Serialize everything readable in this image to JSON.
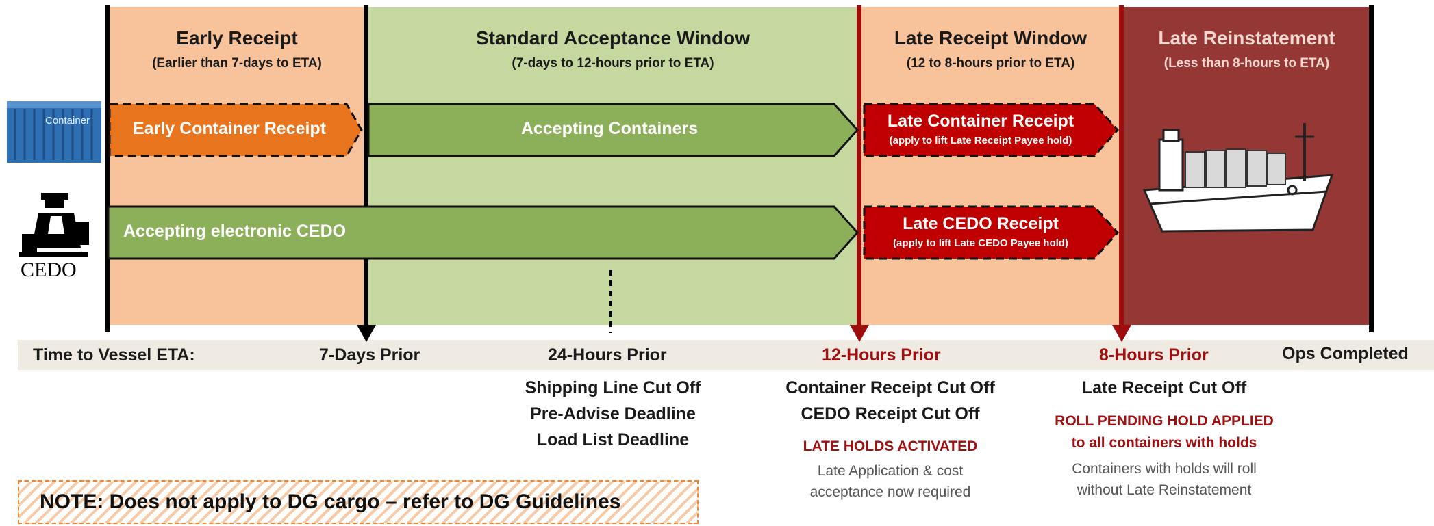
{
  "zones": {
    "early": {
      "title": "Early Receipt",
      "subtitle": "(Earlier than 7-days to ETA)"
    },
    "standard": {
      "title": "Standard Acceptance Window",
      "subtitle": "(7-days to 12-hours prior to ETA)"
    },
    "late": {
      "title": "Late Receipt Window",
      "subtitle": "(12 to 8-hours prior to ETA)"
    },
    "reinstatement": {
      "title": "Late Reinstatement",
      "subtitle": "(Less than 8-hours to ETA)"
    }
  },
  "icons": {
    "container_label": "Container",
    "cedo_label": "CEDO"
  },
  "arrows": {
    "early_container": "Early Container Receipt",
    "accepting_containers": "Accepting Containers",
    "late_container_title": "Late Container Receipt",
    "late_container_sub": "(apply to lift Late Receipt Payee hold)",
    "accepting_cedo": "Accepting electronic CEDO",
    "late_cedo_title": "Late CEDO Receipt",
    "late_cedo_sub": "(apply to lift Late CEDO Payee hold)"
  },
  "timeline": {
    "label": "Time to Vessel ETA:",
    "marks": [
      "7-Days Prior",
      "24-Hours Prior",
      "12-Hours Prior",
      "8-Hours Prior",
      "Ops Completed"
    ]
  },
  "cutoffs": {
    "h24": [
      "Shipping Line Cut Off",
      "Pre-Advise Deadline",
      "Load List Deadline"
    ],
    "h12": [
      "Container Receipt Cut Off",
      "CEDO Receipt Cut Off"
    ],
    "h12_alert": "LATE HOLDS ACTIVATED",
    "h12_note": [
      "Late Application & cost",
      "acceptance now required"
    ],
    "h8": [
      "Late Receipt Cut Off"
    ],
    "h8_alert": [
      "ROLL PENDING HOLD APPLIED",
      "to all containers with holds"
    ],
    "h8_note": [
      "Containers with holds will roll",
      "without Late Reinstatement"
    ]
  },
  "note": "NOTE: Does not apply to DG cargo – refer to DG Guidelines",
  "colors": {
    "early_bg": "#f8c39b",
    "standard_bg": "#c5d8a0",
    "late_bg": "#f8c39b",
    "reinstatement_bg": "#953735",
    "green_arrow": "#8cb05a",
    "orange_arrow": "#e8741e",
    "red_arrow": "#c00000",
    "accent_red": "#a01010"
  }
}
